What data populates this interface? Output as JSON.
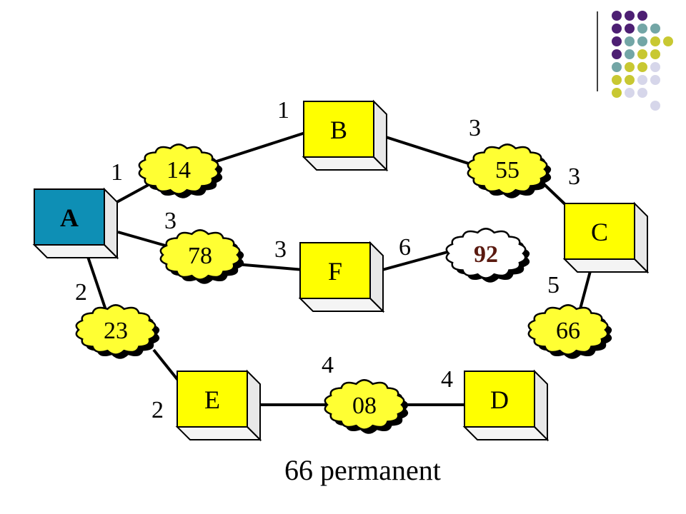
{
  "colors": {
    "router_fill": "#ffff00",
    "source_fill": "#0e8fb5",
    "cloud_fill": "#ffff33",
    "cloud_fill_white": "#ffffff",
    "dot_purple": "#4d1f73",
    "dot_teal": "#73a6a6",
    "dot_olive": "#c8c832",
    "dot_lavender": "#d6d6ea"
  },
  "nodes": {
    "A": "A",
    "B": "B",
    "C": "C",
    "D": "D",
    "E": "E",
    "F": "F"
  },
  "networks": {
    "n14": "14",
    "n55": "55",
    "n78": "78",
    "n92": "92",
    "n66": "66",
    "n23": "23",
    "n08": "08"
  },
  "weights": {
    "b_top": "1",
    "a_14": "1",
    "c_55_left": "3",
    "c_55_right": "3",
    "a_78": "3",
    "f_78": "3",
    "f_92": "6",
    "c_66": "5",
    "a_23": "2",
    "e_23": "2",
    "e_08": "4",
    "d_08": "4"
  },
  "caption": "66 permanent"
}
